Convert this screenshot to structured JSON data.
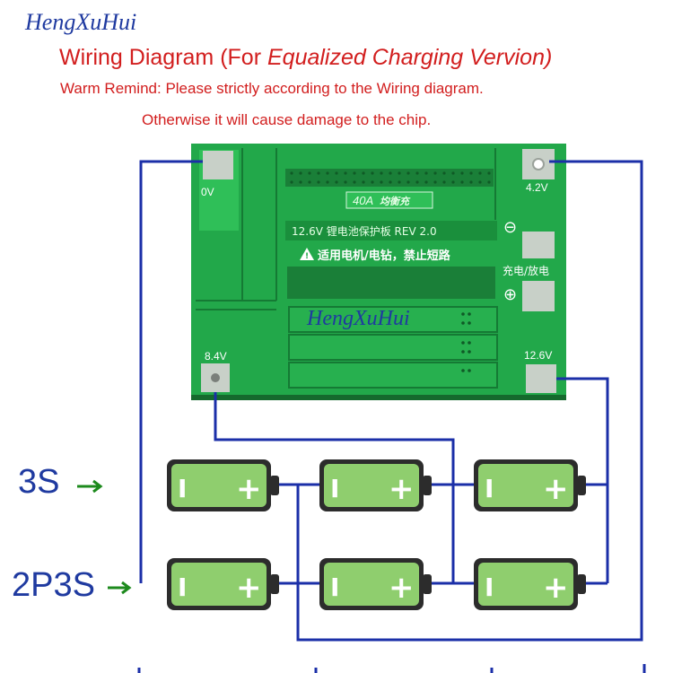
{
  "brand": "HengXuHui",
  "watermark": "HengXuHui",
  "title": {
    "prefix": "Wiring Diagram (For ",
    "emph": "Equalized Charging Vervion)"
  },
  "remind_line1": "Warm Remind: Please strictly according to the Wiring diagram.",
  "remind_line2": "Otherwise it will cause damage to the chip.",
  "board": {
    "label_0v": "0V",
    "label_42v": "4.2V",
    "label_84v": "8.4V",
    "label_126v": "12.6V",
    "chip_tag": "40A",
    "chip_tag_cn": "均衡充",
    "model": "12.6V 锂电池保护板 REV 2.0",
    "warning": "适用电机/电钻，禁止短路",
    "charge_discharge": "充电/放电",
    "minus": "⊖",
    "plus": "⊕"
  },
  "configs": {
    "row1": "3S",
    "row2": "2P3S",
    "arrow": "→"
  },
  "battery": {
    "minus": "I",
    "plus": "+"
  },
  "colors": {
    "wire": "#1b2fa8",
    "pcb": "#22a84a",
    "pcb_dark": "#1a7f38",
    "battery_body": "#8fce6e",
    "battery_cap": "#3a3a3a",
    "red_text": "#d21e1e",
    "arrow_green": "#1d8a1d"
  }
}
